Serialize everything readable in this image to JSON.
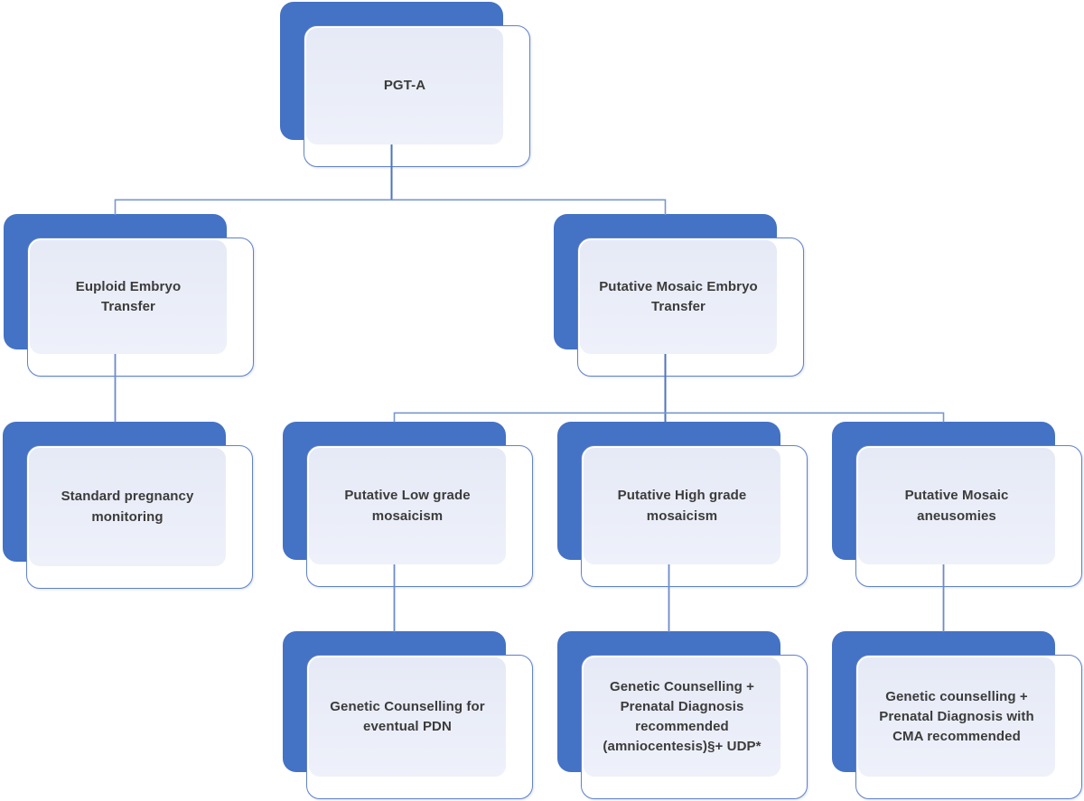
{
  "diagram": {
    "type": "flowchart",
    "description_of_structure": "Decision tree: PGT-A splits into Euploid Embryo Transfer and Putative Mosaic Embryo Transfer; each branch leads to follow-up recommendations.",
    "colors": {
      "shape_blue": "#4472C4",
      "shape_fill_top": "#E6EAF6",
      "shape_fill_bottom": "#EEF1FA",
      "shape_border": "#6082C6",
      "connector_light": "#7A97D0",
      "connector_dark": "#4C74C2",
      "text": "#3B3B3B",
      "background": "#FFFFFF"
    },
    "nodes": {
      "pgta": {
        "label": "PGT-A"
      },
      "euploid_transfer": {
        "label": "Euploid Embryo\nTransfer"
      },
      "mosaic_transfer": {
        "label": "Putative Mosaic Embryo\nTransfer"
      },
      "standard_monitoring": {
        "label": "Standard pregnancy\nmonitoring"
      },
      "low_grade_mosaicism": {
        "label": "Putative Low grade\nmosaicism"
      },
      "high_grade_mosaicism": {
        "label": "Putative High grade\nmosaicism"
      },
      "mosaic_aneusomies": {
        "label": "Putative Mosaic\naneusomies"
      },
      "counselling_pdn": {
        "label": "Genetic Counselling for\neventual PDN"
      },
      "counselling_amniocentesis": {
        "label": "Genetic Counselling +\nPrenatal Diagnosis\nrecommended\n(amniocentesis)§+ UDP*"
      },
      "counselling_cma": {
        "label": "Genetic counselling +\nPrenatal Diagnosis with\nCMA recommended"
      }
    },
    "edges": [
      {
        "from": "pgta",
        "to": "euploid_transfer"
      },
      {
        "from": "pgta",
        "to": "mosaic_transfer"
      },
      {
        "from": "euploid_transfer",
        "to": "standard_monitoring"
      },
      {
        "from": "mosaic_transfer",
        "to": "low_grade_mosaicism"
      },
      {
        "from": "mosaic_transfer",
        "to": "high_grade_mosaicism"
      },
      {
        "from": "mosaic_transfer",
        "to": "mosaic_aneusomies"
      },
      {
        "from": "low_grade_mosaicism",
        "to": "counselling_pdn"
      },
      {
        "from": "high_grade_mosaicism",
        "to": "counselling_amniocentesis"
      },
      {
        "from": "mosaic_aneusomies",
        "to": "counselling_cma"
      }
    ]
  }
}
